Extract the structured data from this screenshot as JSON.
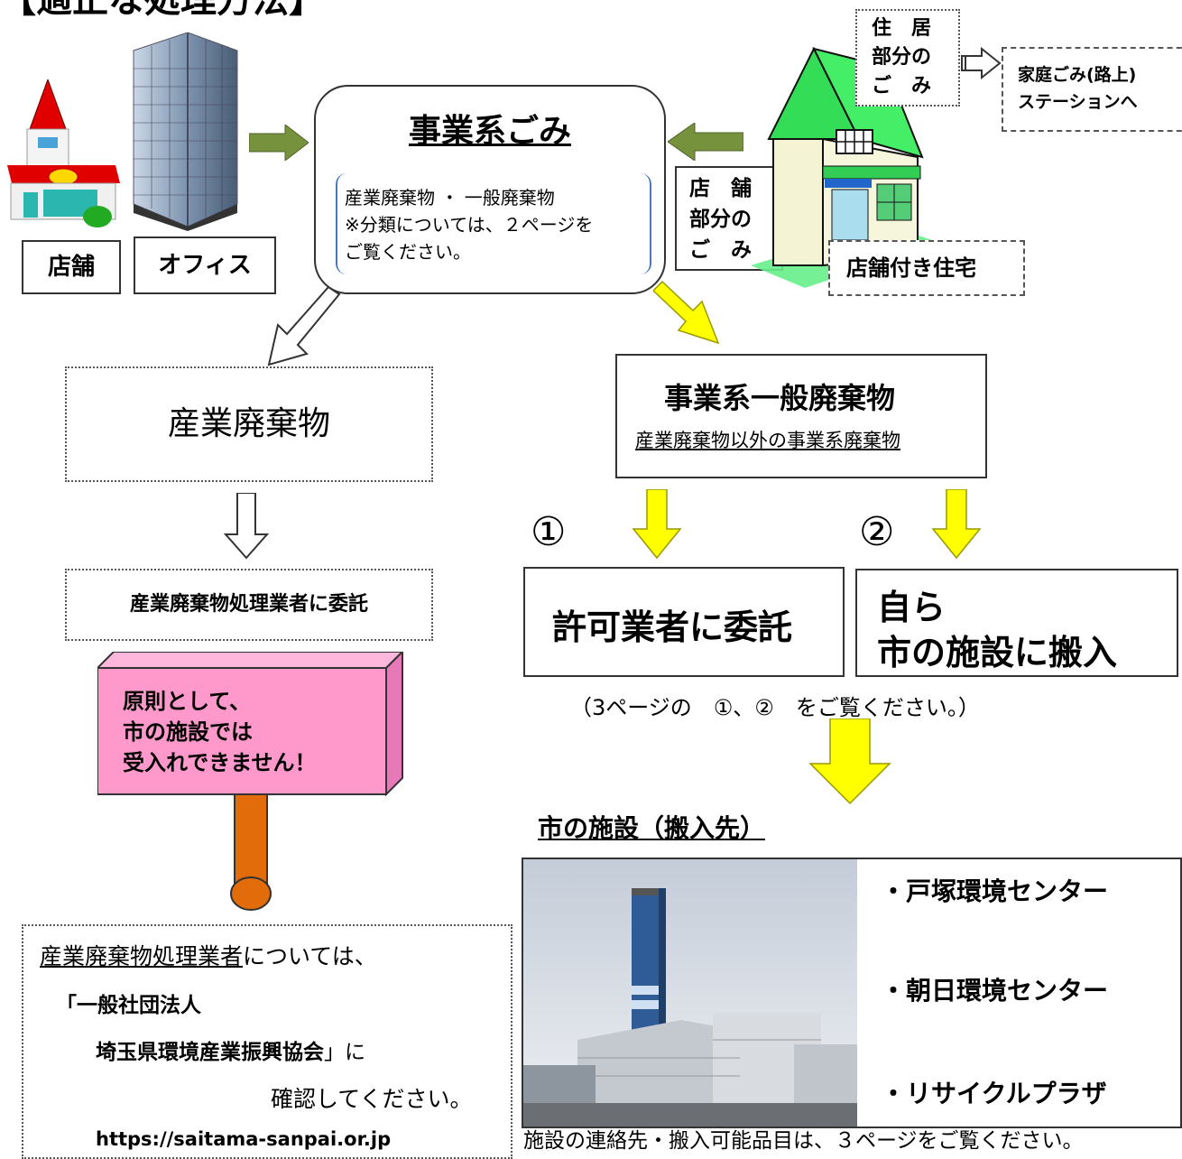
{
  "header": {
    "title": "【適正な処理方法】"
  },
  "top": {
    "label_store": "店舗",
    "label_office": "オフィス",
    "jigyo_title": "事業系ごみ",
    "jigyo_line1": "産業廃棄物 ・ 一般廃棄物",
    "jigyo_line2": "※分類については、２ページを",
    "jigyo_line3": "ご覧ください。",
    "store_part_1": "店　舗",
    "store_part_2": "部分の",
    "store_part_3": "ご　み",
    "house_part_1": "住　居",
    "house_part_2": "部分の",
    "house_part_3": "ご　み",
    "home_waste_1": "家庭ごみ(路上)",
    "home_waste_2": "ステーションへ",
    "house_label": "店舗付き住宅"
  },
  "left": {
    "sangyo_title": "産業廃棄物",
    "sangyo_trader": "産業廃棄物処理業者に委託",
    "sign_1": "原則として、",
    "sign_2": "市の施設では",
    "sign_3": "受入れできません！",
    "info_1a": "産業廃棄物処理業者",
    "info_1b": "については、",
    "info_2": "「一般社団法人",
    "info_3a": "埼玉県環境産業振興協会",
    "info_3b": "」に",
    "info_4": "確認してください。",
    "info_url": "https://saitama-sanpai.or.jp"
  },
  "right": {
    "ippan_title": "事業系一般廃棄物",
    "ippan_sub": "産業廃棄物以外の事業系廃棄物",
    "num1": "①",
    "num2": "②",
    "option1": "許可業者に委託",
    "option2_1": "自ら",
    "option2_2": "市の施設に搬入",
    "refer": "（3ページの　①、②　をご覧ください。）",
    "facility_heading": "市の施設（搬入先）",
    "facilities": [
      "・戸塚環境センター",
      "・朝日環境センター",
      "・リサイクルプラザ"
    ],
    "footer_note": "施設の連絡先・搬入可能品目は、３ページをご覧ください。"
  },
  "colors": {
    "arrow_green": "#76923c",
    "arrow_yellow": "#ffff00",
    "sign_pink": "#ff99cc",
    "pole_orange": "#e36c0a",
    "roof_green": "#00cc44"
  }
}
